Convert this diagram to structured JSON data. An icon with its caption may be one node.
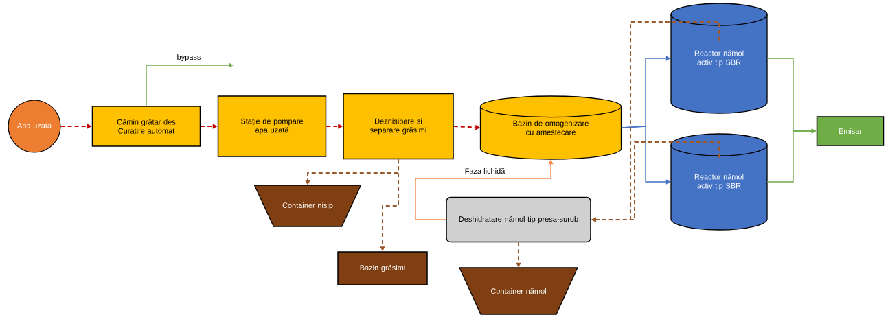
{
  "diagram": {
    "nodes": [
      {
        "text": [
          "Apa uzata"
        ]
      },
      {
        "text": [
          "Cămin grătar des Curatire automat"
        ]
      },
      {
        "text": [
          "Stație de pompare apa uzată"
        ]
      },
      {
        "text": [
          "Deznisipare si separare grăsimi"
        ]
      },
      {
        "text": [
          "Bazin de omogenizare cu amestecare"
        ]
      },
      {
        "text": [
          "Reactor nămol activ tip SBR"
        ]
      },
      {
        "text": [
          "Reactor nămol activ tip SBR"
        ]
      },
      {
        "text": [
          "Emisar"
        ]
      },
      {
        "text": [
          "Container nisip"
        ]
      },
      {
        "text": [
          "Bazin grăsimi"
        ]
      },
      {
        "text": [
          "Deshidratare nămol tip presa-surub"
        ]
      },
      {
        "text": [
          "Container nămol"
        ]
      }
    ],
    "edges": [
      {
        "from": 0,
        "to": 1,
        "arrow": "to",
        "style": "dashed",
        "color": "#c00000"
      },
      {
        "from": 1,
        "to": 2,
        "arrow": "to",
        "style": "dashed",
        "color": "#c00000"
      },
      {
        "from": 2,
        "to": 3,
        "arrow": "to",
        "style": "dashed",
        "color": "#c00000"
      },
      {
        "from": 3,
        "to": 4,
        "arrow": "to",
        "style": "dashed",
        "color": "#c00000"
      },
      {
        "from": 1,
        "to": null,
        "arrow": "to",
        "label": "bypass",
        "color": "#70ad47"
      },
      {
        "from": 4,
        "to": 5,
        "arrow": "to",
        "color": "#4472c4"
      },
      {
        "from": 4,
        "to": 6,
        "arrow": "to",
        "color": "#4472c4"
      },
      {
        "from": 5,
        "to": 7,
        "arrow": "to",
        "color": "#70ad47"
      },
      {
        "from": 6,
        "to": 7,
        "arrow": "to",
        "color": "#70ad47"
      },
      {
        "from": 3,
        "to": 8,
        "arrow": "to",
        "style": "dashed",
        "color": "#9c5a2c"
      },
      {
        "from": 3,
        "to": 9,
        "arrow": "to",
        "style": "dashed",
        "color": "#9c5a2c"
      },
      {
        "from": 10,
        "to": 4,
        "arrow": "to",
        "label": "Faza lichidă",
        "color": "#f4894b"
      },
      {
        "from": 5,
        "to": 10,
        "arrow": "to",
        "style": "dashed",
        "color": "#9c5a2c"
      },
      {
        "from": 6,
        "to": 10,
        "arrow": "to",
        "style": "dashed",
        "color": "#9c5a2c"
      },
      {
        "from": 10,
        "to": 11,
        "arrow": "to",
        "style": "dashed",
        "color": "#9c5a2c"
      }
    ]
  }
}
